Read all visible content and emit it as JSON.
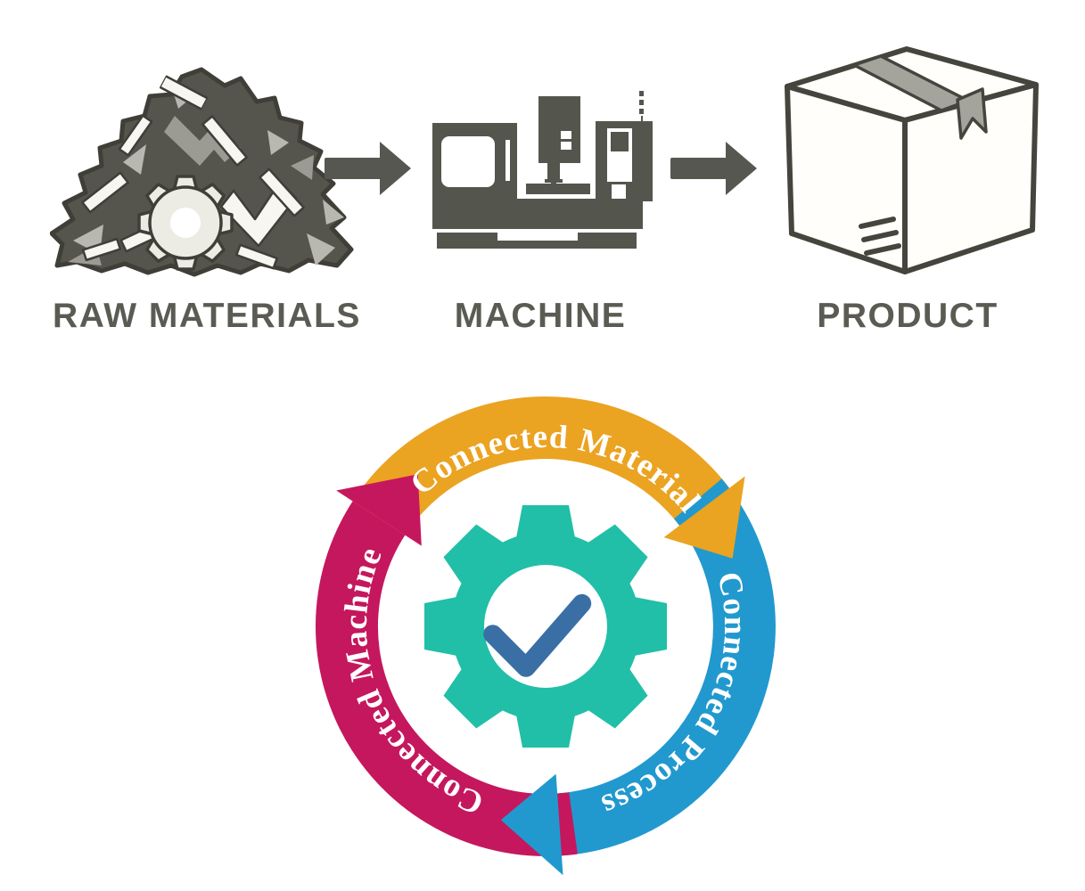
{
  "flow": {
    "steps": [
      {
        "name": "raw-materials",
        "label": "RAW MATERIALS",
        "icon": "scrap-pile-icon"
      },
      {
        "name": "machine",
        "label": "MACHINE",
        "icon": "cnc-machine-icon"
      },
      {
        "name": "product",
        "label": "PRODUCT",
        "icon": "product-box-icon"
      }
    ],
    "connector": "right-arrow"
  },
  "cycle": {
    "direction": "clockwise",
    "center_icon": "gear-with-checkmark",
    "segments": [
      {
        "label": "Connected Material",
        "color": "#eba322",
        "band_start": 303,
        "band_end": 53,
        "arrow_tip": 70,
        "text_center": 4
      },
      {
        "label": "Connected Process",
        "color": "#2199ce",
        "band_start": 50,
        "band_end": 176,
        "arrow_tip": 193,
        "text_center": 118
      },
      {
        "label": "Connected Machine",
        "color": "#c5175d",
        "band_start": 172,
        "band_end": 303,
        "arrow_tip": 320,
        "text_center": 247
      }
    ]
  },
  "colors": {
    "icon": "#54554d",
    "label": "#5b5b54",
    "arrow": "#565750",
    "gear": "#21bfa7",
    "check": "#3a6fa6",
    "box-outline": "#45453e",
    "tape": "#a5a49c",
    "pile-dark": "#55554d",
    "pile-mid": "#9c9b93",
    "pile-light": "#b9b8b0",
    "pile-cream": "#edece4",
    "pile-white": "#f7f6f1",
    "pile-outline": "#3f3f38",
    "cycle-text": "#ffffff",
    "bg": "#ffffff"
  }
}
